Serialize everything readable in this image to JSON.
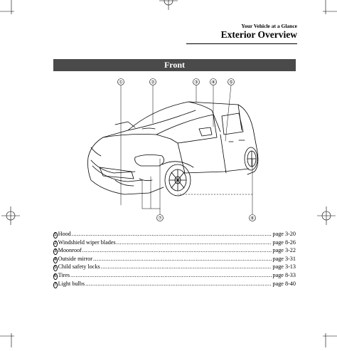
{
  "header": {
    "section_label": "Your Vehicle at a Glance",
    "page_title": "Exterior Overview"
  },
  "banner": {
    "title": "Front"
  },
  "callouts": [
    "①",
    "②",
    "③",
    "④",
    "⑤",
    "⑥",
    "⑦"
  ],
  "legend": [
    {
      "num": "1",
      "label": "Hood",
      "page": "page 3-20"
    },
    {
      "num": "2",
      "label": "Windshield wiper blades",
      "page": "page 8-26"
    },
    {
      "num": "3",
      "label": "Moonroof",
      "page": "page 3-22"
    },
    {
      "num": "4",
      "label": "Outside mirror",
      "page": "page 3-31"
    },
    {
      "num": "5",
      "label": "Child safety locks",
      "page": "page 3-13"
    },
    {
      "num": "6",
      "label": "Tires",
      "page": "page 8-33"
    },
    {
      "num": "7",
      "label": "Light bulbs",
      "page": "page 8-40"
    }
  ]
}
